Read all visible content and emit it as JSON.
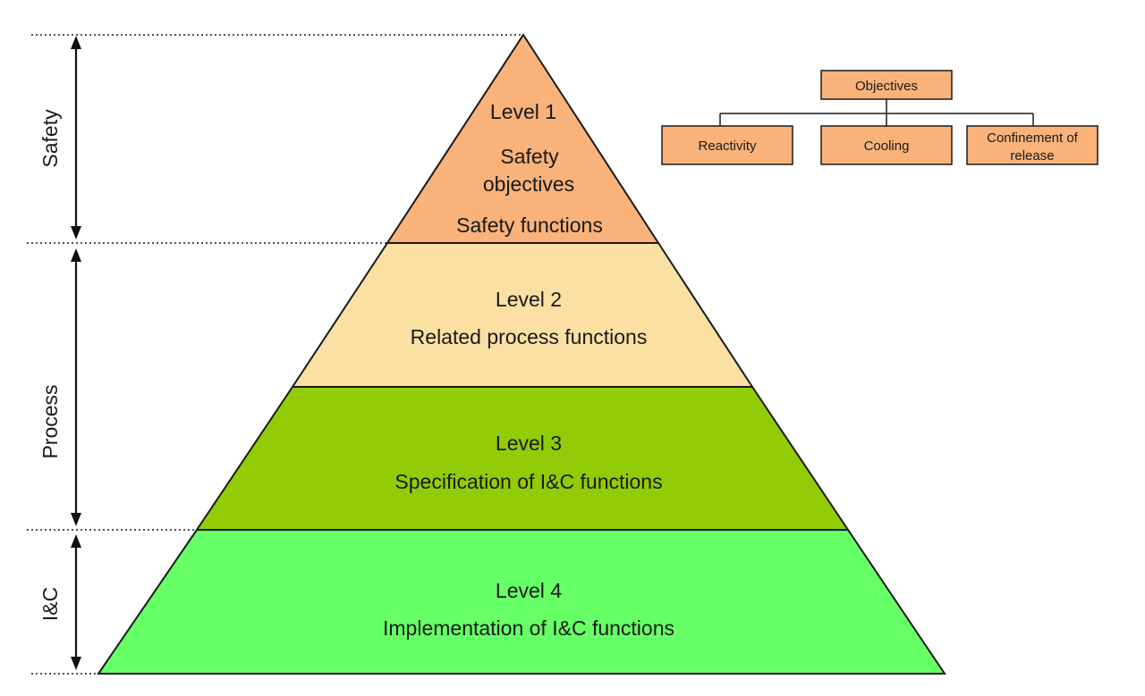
{
  "levels": [
    {
      "name": "Level 1",
      "lines": [
        "Safety",
        "objectives",
        "Safety functions"
      ],
      "color": "#f8b27a"
    },
    {
      "name": "Level 2",
      "lines": [
        "Related process functions"
      ],
      "color": "#fbe0a4"
    },
    {
      "name": "Level 3",
      "lines": [
        "Specification of I&C functions"
      ],
      "color": "#92cc06"
    },
    {
      "name": "Level 4",
      "lines": [
        "Implementation of I&C functions"
      ],
      "color": "#66ff66"
    }
  ],
  "side_labels": {
    "safety": "Safety",
    "process": "Process",
    "ic": "I&C"
  },
  "tree": {
    "root": "Objectives",
    "children": [
      "Reactivity",
      "Cooling",
      "Confinement of",
      "release"
    ],
    "box_color": "#f8b27a"
  },
  "colors": {
    "outline": "#1a1a1a"
  }
}
